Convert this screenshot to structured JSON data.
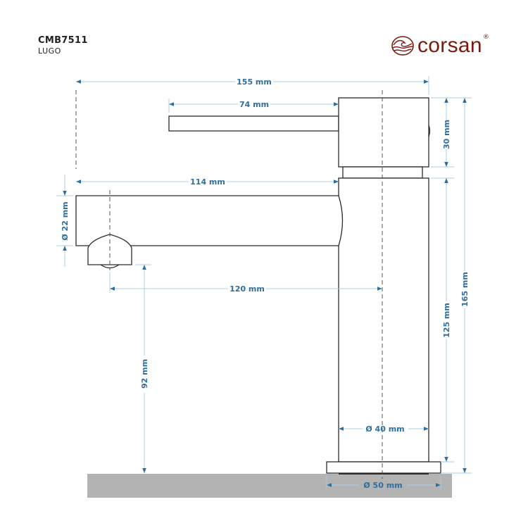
{
  "header": {
    "model_code": "CMB7511",
    "model_name": "LUGO"
  },
  "logo": {
    "brand": "corsan",
    "registered_mark": "®",
    "color": "#7a1a10"
  },
  "colors": {
    "dimension": "#2e6f9e",
    "dimension_line": "#a9cde0",
    "outline": "#2b2b2b",
    "countertop": "#b3b3b3"
  },
  "dimensions": {
    "total_length": "155 mm",
    "lever_length": "74 mm",
    "handle_height": "30 mm",
    "spout_length": "114 mm",
    "spout_diameter": "Ø 22 mm",
    "axis_to_outlet": "120 mm",
    "outlet_height": "92 mm",
    "body_height": "125 mm",
    "total_height": "165 mm",
    "body_diameter": "Ø 40 mm",
    "base_diameter": "Ø 50 mm"
  }
}
